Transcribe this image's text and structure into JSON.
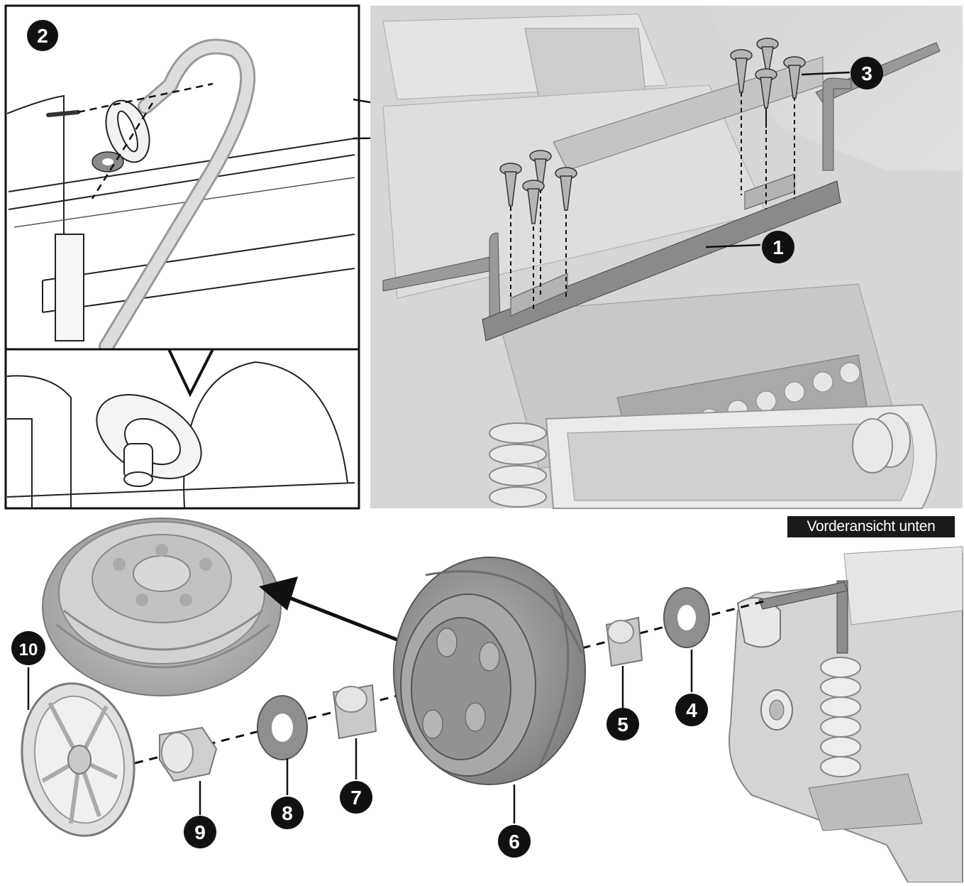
{
  "caption": "Vorderansicht unten",
  "callouts": {
    "c1": "1",
    "c2": "2",
    "c3": "3",
    "c4": "4",
    "c5": "5",
    "c6": "6",
    "c7": "7",
    "c8": "8",
    "c9": "9",
    "c10": "10"
  },
  "colors": {
    "ink": "#111111",
    "part_light": "#e2e2e2",
    "part_mid": "#c4c4c4",
    "part_dark": "#8c8c8c",
    "panel_bg": "#d9d9d9"
  }
}
